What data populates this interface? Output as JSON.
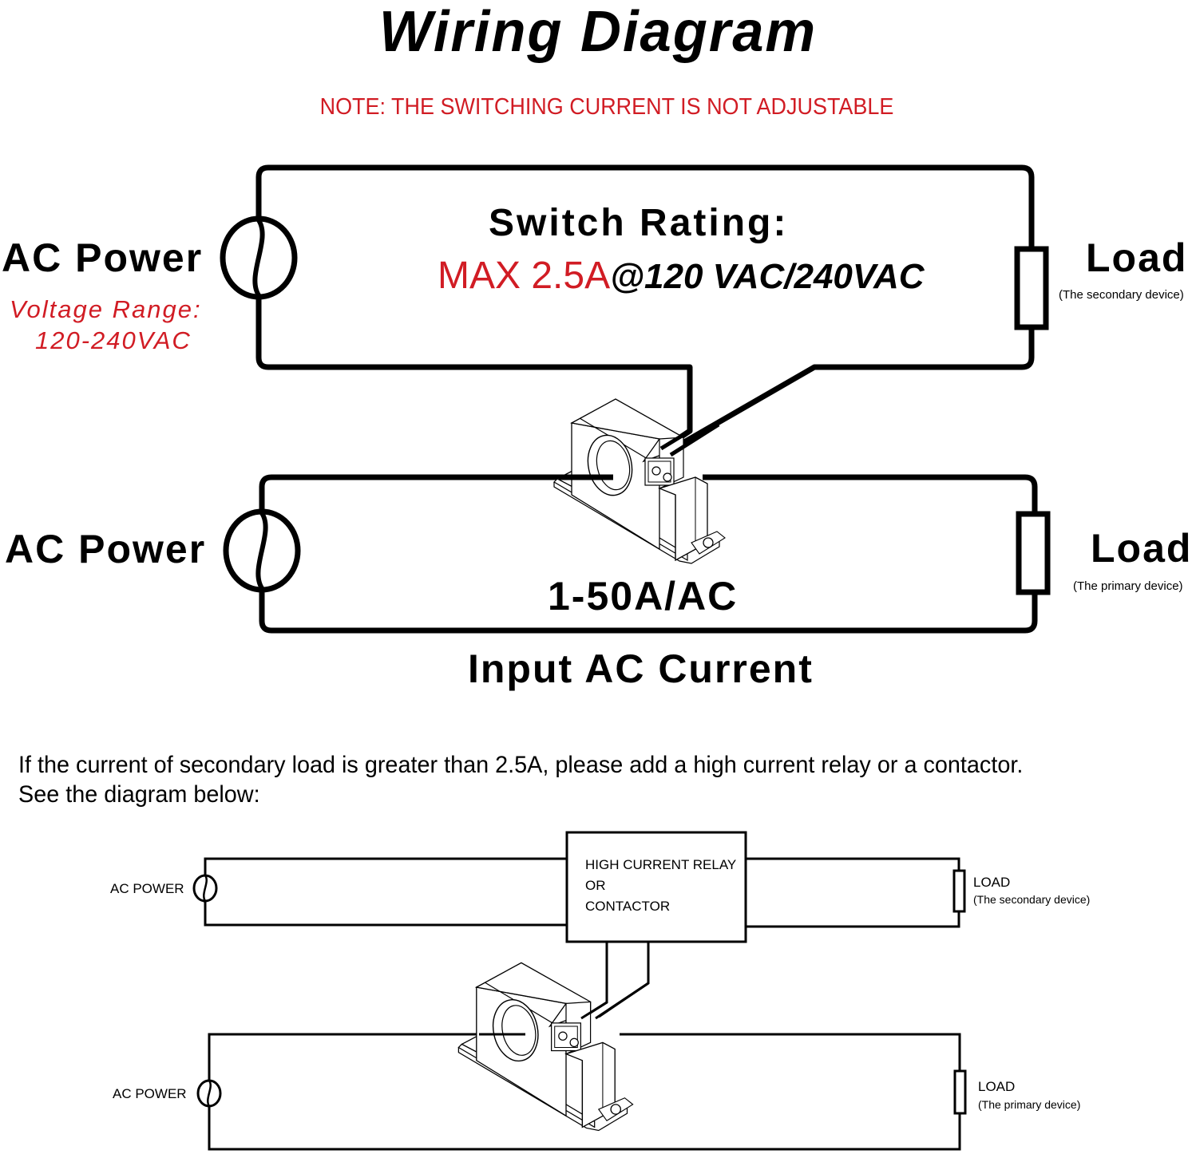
{
  "header": {
    "title": "Wiring Diagram",
    "note": "NOTE: THE SWITCHING CURRENT IS NOT ADJUSTABLE"
  },
  "colors": {
    "accent_red": "#d11c24",
    "line": "#000000",
    "background": "#ffffff"
  },
  "diagram_main": {
    "secondary_circuit": {
      "source_label": "AC Power",
      "source_icon": "ac-source-icon",
      "voltage_range_label": "Voltage Range:",
      "voltage_range_value": "120-240VAC",
      "switch_rating_title": "Switch Rating:",
      "switch_rating_max": "MAX 2.5A",
      "switch_rating_voltage": "@120 VAC/240VAC",
      "load_label": "Load",
      "load_sublabel": "(The secondary device)",
      "load_icon": "resistor-load-icon"
    },
    "primary_circuit": {
      "source_label": "AC Power",
      "source_icon": "ac-source-icon",
      "current_range": "1-50A/AC",
      "current_caption": "Input AC Current",
      "load_label": "Load",
      "load_sublabel": "(The primary device)",
      "load_icon": "resistor-load-icon"
    },
    "sensor_icon": "current-sensor-switch-icon"
  },
  "instructions": {
    "line1": "If the current of secondary load is greater than 2.5A, please add a high current relay or a contactor.",
    "line2": "See the diagram below:"
  },
  "diagram_relay": {
    "secondary_circuit": {
      "source_label": "AC POWER",
      "relay_line1": "HIGH CURRENT RELAY",
      "relay_line2": "OR",
      "relay_line3": "CONTACTOR",
      "load_label": "LOAD",
      "load_sublabel": "(The secondary device)"
    },
    "primary_circuit": {
      "source_label": "AC POWER",
      "load_label": "LOAD",
      "load_sublabel": "(The primary device)"
    }
  }
}
